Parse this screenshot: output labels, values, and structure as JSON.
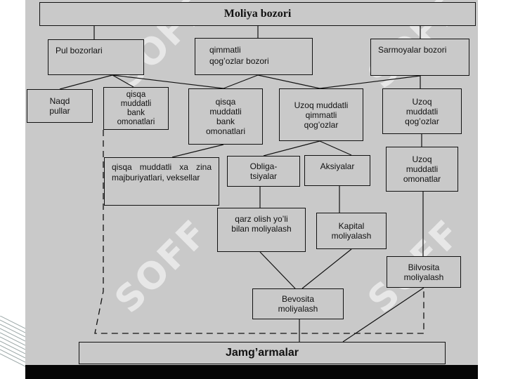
{
  "title": "Moliya bozori",
  "boxes": {
    "pul_bozorlari": "Pul bozorlari",
    "qimmatli_qogozlar_bozori": "qimmatli\nqog’ozlar bozori",
    "sarmoyalar_bozori": "Sarmoyalar bozori",
    "naqd_pullar": "Naqd\npullar",
    "qisqa_bank_omonatlari_1": "qisqa\nmuddatli\nbank\nomonatlari",
    "qisqa_bank_omonatlari_2": "qisqa\nmuddatli\nbank\nomonatlari",
    "uzoq_qimmatli_qogozlar": "Uzoq muddatli\nqimmatli\nqog’ozlar",
    "uzoq_qogozlar": "Uzoq\nmuddatli\nqog’ozlar",
    "qisqa_xazina": "qisqa muddatli xa zina majburiyatlari, veksellar",
    "obligatsiyalar": "Obliga-\ntsiyalar",
    "aksiyalar": "Aksiyalar",
    "uzoq_omonatlar": "Uzoq\nmuddatli\nomonatlar",
    "qarz_moliyalash": "qarz olish yo’li\nbilan moliyalash",
    "kapital_moliyalash": "Kapital\nmoliyalash",
    "bilvosita": "Bilvosita\nmoliyalash",
    "bevosita": "Bevosita\nmoliyalash",
    "jamgarmalar": "Jamg’armalar"
  },
  "watermark": "SOFF",
  "colors": {
    "panel": "#c9c9c9",
    "line": "#111111",
    "bottom_bar": "#050505",
    "stripe": "#9aa6a6"
  }
}
